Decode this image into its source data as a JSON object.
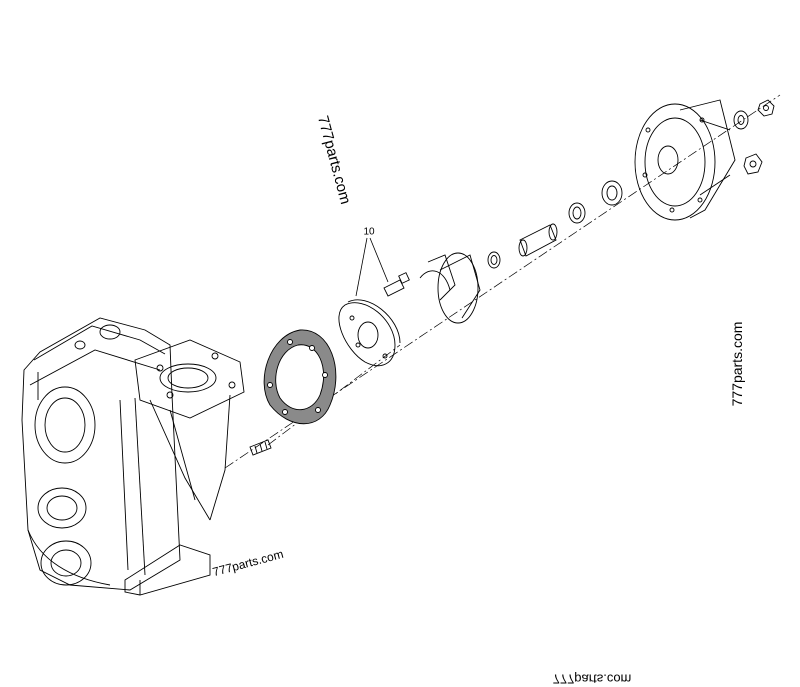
{
  "watermarks": {
    "top": "777parts.com",
    "right": "777parts.com",
    "bottom": "777parts.com",
    "cut": "777parts.com"
  },
  "callouts": [
    {
      "label": "10"
    }
  ],
  "colors": {
    "line": "#000000",
    "gasket_fill": "#8a8a8a",
    "background": "#ffffff"
  }
}
